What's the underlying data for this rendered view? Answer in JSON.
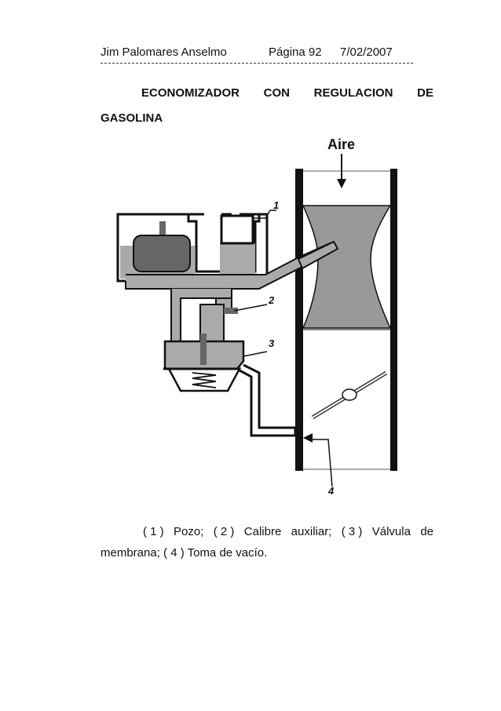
{
  "header": {
    "author": "Jim Palomares Anselmo",
    "page": "Página 92",
    "date": "7/02/2007"
  },
  "title": {
    "words_line1": [
      "ECONOMIZADOR",
      "CON",
      "REGULACION",
      "DE"
    ],
    "line2": "GASOLINA"
  },
  "figure": {
    "air_label": "Aire",
    "labels": [
      "1",
      "2",
      "3",
      "4"
    ]
  },
  "caption": {
    "line1_words": [
      "( 1 )",
      "Pozo;",
      "( 2 )",
      "Calibre",
      "auxiliar;",
      "( 3 )",
      "Válvula",
      "de"
    ],
    "line2": "membrana; ( 4 ) Toma de vacío."
  }
}
